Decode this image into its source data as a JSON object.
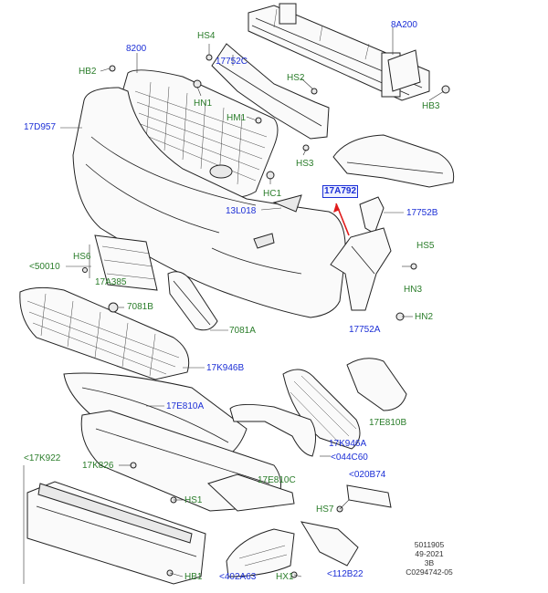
{
  "callouts": {
    "hs4": "HS4",
    "c8200": "8200",
    "c17752c": "17752C",
    "c8a200": "8A200",
    "hb2": "HB2",
    "hs2": "HS2",
    "hb3": "HB3",
    "hn1": "HN1",
    "hm1": "HM1",
    "c17d957": "17D957",
    "hs3": "HS3",
    "hc1": "HC1",
    "c17a792": "17A792",
    "c13l018": "13L018",
    "c17752b": "17752B",
    "hs5": "HS5",
    "c50010": "<50010",
    "hs6": "HS6",
    "c17a385": "17A385",
    "hn3": "HN3",
    "c7081b": "7081B",
    "hn2": "HN2",
    "c7081a": "7081A",
    "c17752a": "17752A",
    "c17k946b": "17K946B",
    "c17e810a": "17E810A",
    "c17e810b": "17E810B",
    "c17k946a": "17K946A",
    "c044c60": "<044C60",
    "c17k922": "<17K922",
    "c17k826": "17K826",
    "c17e810c": "17E810C",
    "c020b74": "<020B74",
    "hs1": "HS1",
    "hs7": "HS7",
    "hb1": "HB1",
    "c402a63": "<402A63",
    "hx1": "HX1",
    "c112b22": "<112B22"
  },
  "footer": {
    "line1": "5011905",
    "line2": "49-2021",
    "line3": "3B",
    "line4": "C0294742-05"
  },
  "colors": {
    "label_blue": "#1c2fd6",
    "label_green": "#2a7d2a",
    "pointer_red": "#e01b1b"
  }
}
